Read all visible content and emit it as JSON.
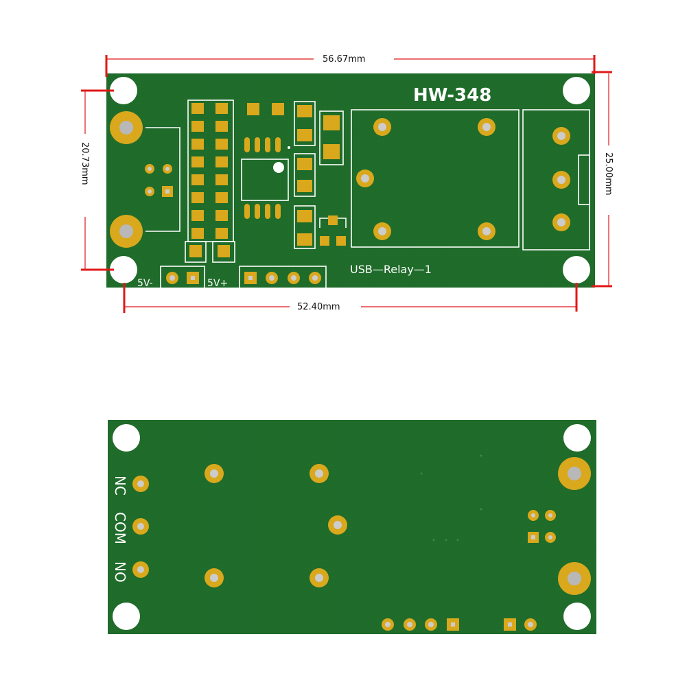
{
  "dimensions": {
    "width_top": "56.67mm",
    "hole_spacing_bottom": "52.40mm",
    "hole_spacing_left": "20.73mm",
    "height_right": "25.00mm"
  },
  "top_view": {
    "model": "HW-348",
    "board_name": "USB—Relay—1",
    "label_5v_minus": "5V-",
    "label_5v_plus": "5V+"
  },
  "bottom_view": {
    "label_nc": "NC",
    "label_com": "COM",
    "label_no": "NO"
  },
  "colors": {
    "board": "#1f6b2a",
    "pad": "#d9a81c",
    "dimension_marker": "#e01818",
    "silkscreen": "#ffffff"
  }
}
